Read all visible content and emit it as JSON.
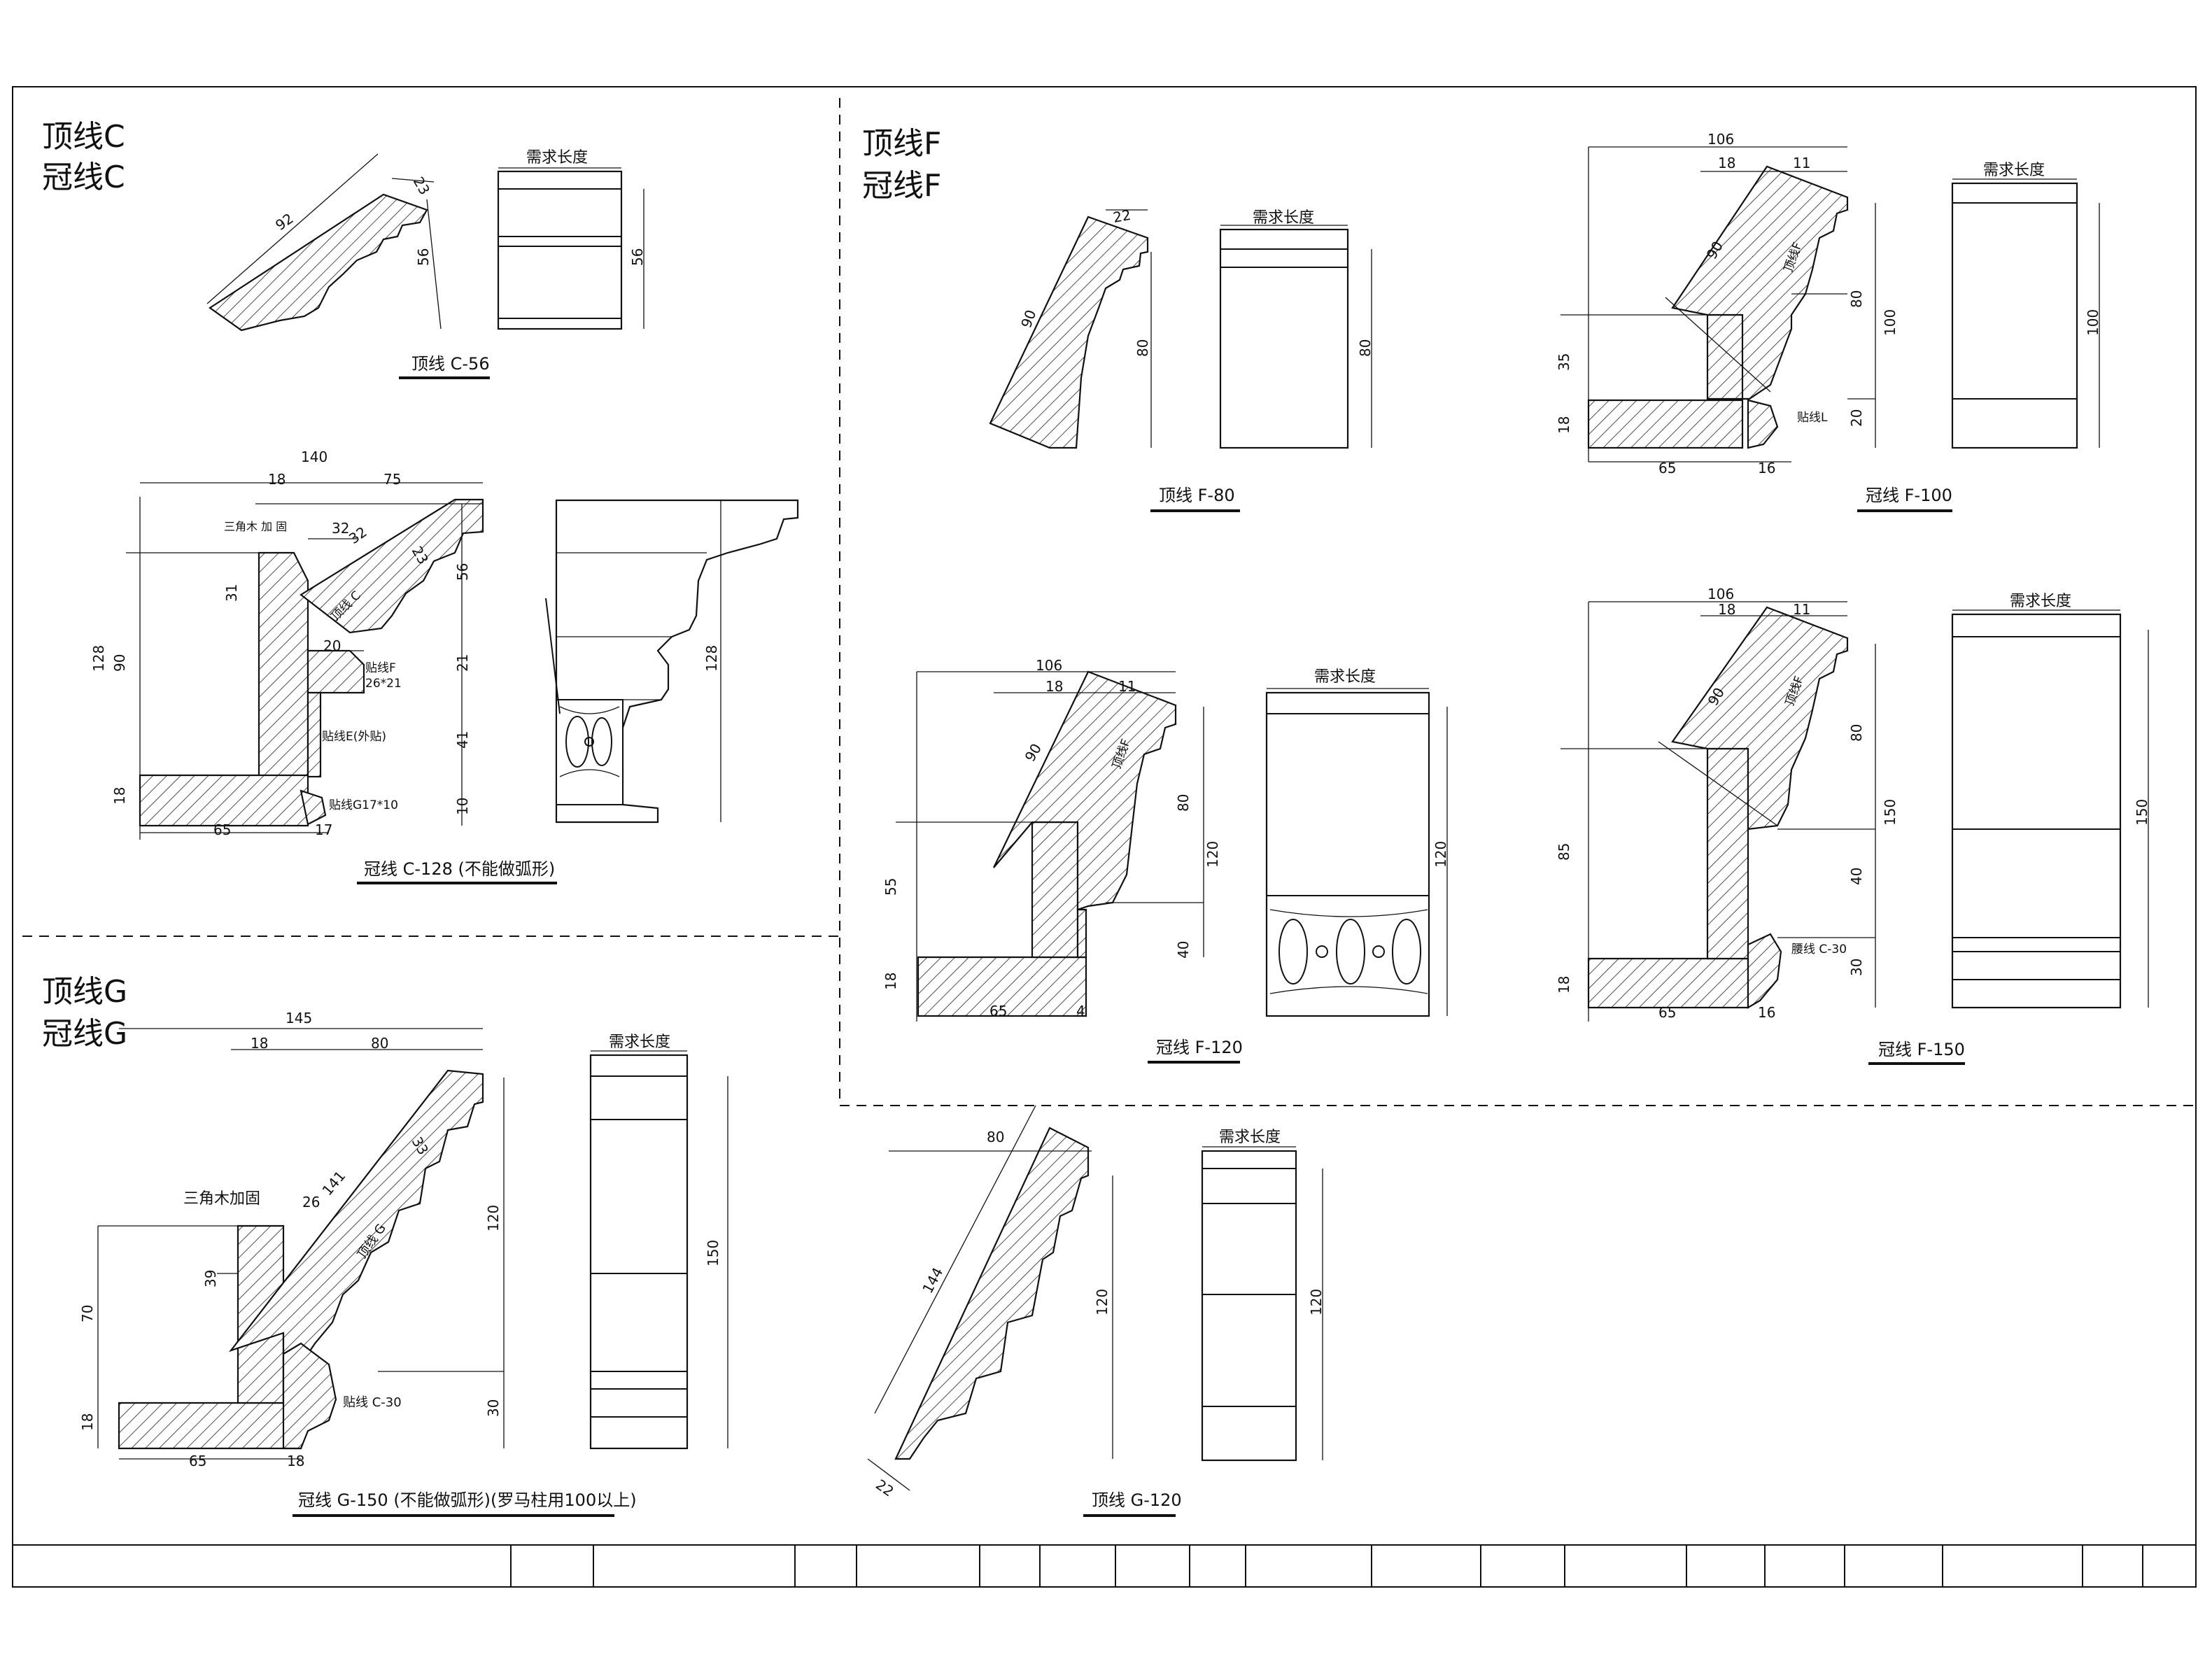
{
  "sections": {
    "c": {
      "ding": "顶线C",
      "guan": "冠线C"
    },
    "f": {
      "ding": "顶线F",
      "guan": "冠线F"
    },
    "g": {
      "ding": "顶线G",
      "guan": "冠线G"
    }
  },
  "length_label": "需求长度",
  "captions": {
    "c56": "顶线 C-56",
    "c128": "冠线 C-128 (不能做弧形)",
    "f80": "顶线 F-80",
    "f100": "冠线 F-100",
    "f120": "冠线 F-120",
    "f150": "冠线 F-150",
    "g150": "冠线 G-150 (不能做弧形)(罗马柱用100以上)",
    "g120": "顶线 G-120"
  },
  "notes": {
    "tri_c": "三角木 加 固",
    "tiexian_f": "贴线F",
    "tiexian_f_size": "26*21",
    "tiexian_e": "贴线E(外贴)",
    "tiexian_g": "贴线G17*10",
    "dingxian_c": "顶线 C",
    "dingxian_f": "顶线F",
    "tiexian_l": "贴线L",
    "yaoxian_c30": "腰线 C-30",
    "tri_g": "三角木加固",
    "dingxian_g": "顶线 G",
    "tiexian_c30": "贴线 C-30"
  },
  "dims": {
    "c56": [
      "92",
      "23",
      "56",
      "56"
    ],
    "c128": [
      "140",
      "18",
      "75",
      "32",
      "32",
      "23",
      "31",
      "20",
      "90",
      "128",
      "56",
      "21",
      "41",
      "10",
      "18",
      "65",
      "17",
      "128"
    ],
    "f80": [
      "22",
      "90",
      "80",
      "80"
    ],
    "f100": [
      "106",
      "18",
      "11",
      "90",
      "80",
      "100",
      "35",
      "20",
      "18",
      "65",
      "16",
      "100"
    ],
    "f120": [
      "106",
      "18",
      "11",
      "90",
      "80",
      "120",
      "55",
      "40",
      "18",
      "65",
      "4",
      "120"
    ],
    "f150": [
      "106",
      "18",
      "11",
      "90",
      "80",
      "150",
      "85",
      "40",
      "30",
      "18",
      "65",
      "16",
      "150"
    ],
    "g150": [
      "145",
      "18",
      "80",
      "141",
      "33",
      "26",
      "39",
      "70",
      "120",
      "150",
      "30",
      "18",
      "65",
      "18",
      "150"
    ],
    "g120": [
      "80",
      "144",
      "120",
      "22",
      "120"
    ]
  },
  "title_block": [
    "",
    "",
    "",
    "",
    "",
    "",
    "",
    "",
    "",
    "",
    "",
    "",
    "",
    "",
    "",
    "",
    "",
    "",
    ""
  ]
}
